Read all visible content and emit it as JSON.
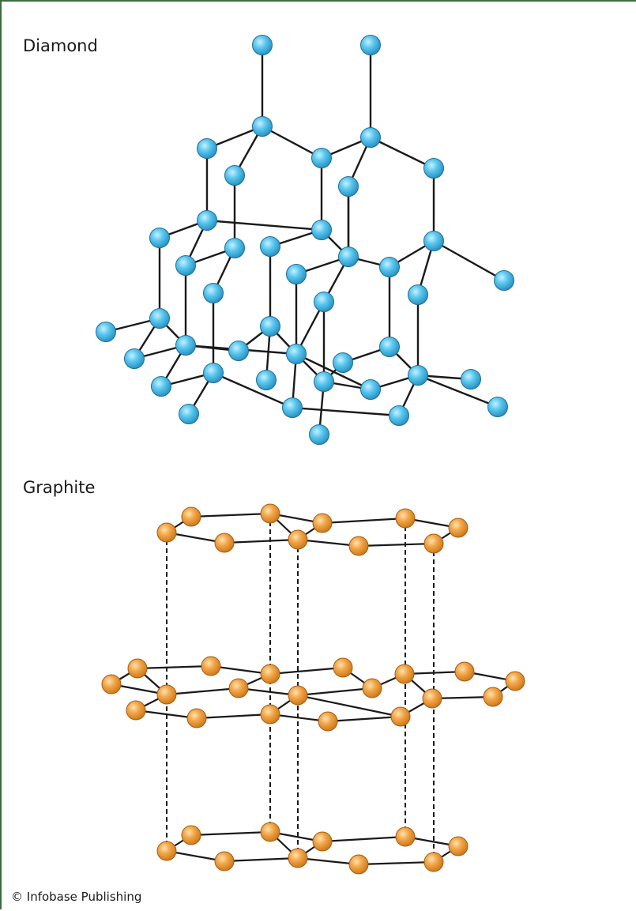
{
  "diamond": {
    "title": "Diamond",
    "atom_color": "#5bc8ef",
    "atom_stroke": "#1f6f99",
    "bond_color": "#1a1a1a"
  },
  "graphite": {
    "title": "Graphite",
    "atom_color": "#f2a74a",
    "atom_stroke": "#a85c10",
    "bond_color": "#1a1a1a"
  },
  "footer": {
    "credit": "© Infobase Publishing"
  }
}
